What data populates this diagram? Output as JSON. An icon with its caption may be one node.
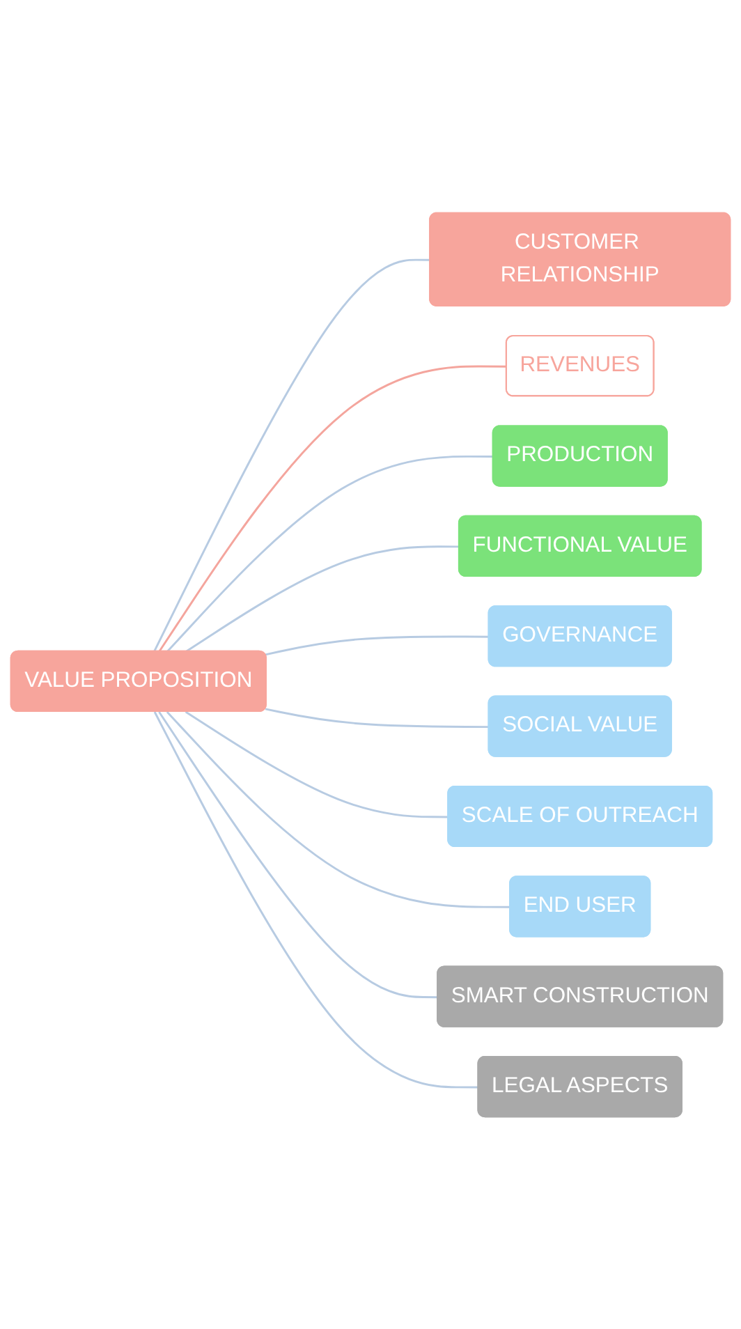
{
  "diagram": {
    "nodes": [
      {
        "text": [
          "VALUE PROPOSITION"
        ]
      },
      {
        "text": [
          "CUSTOMER RELATIONSHIP"
        ]
      },
      {
        "text": [
          "REVENUES"
        ]
      },
      {
        "text": [
          "PRODUCTION"
        ]
      },
      {
        "text": [
          "FUNCTIONAL VALUE"
        ]
      },
      {
        "text": [
          "GOVERNANCE"
        ]
      },
      {
        "text": [
          "SOCIAL VALUE"
        ]
      },
      {
        "text": [
          "SCALE OF OUTREACH"
        ]
      },
      {
        "text": [
          "END USER"
        ]
      },
      {
        "text": [
          "SMART CONSTRUCTION"
        ]
      },
      {
        "text": [
          "LEGAL ASPECTS"
        ]
      }
    ],
    "edges": [
      {
        "from": 0,
        "to": 1,
        "arrow": "none"
      },
      {
        "from": 0,
        "to": 2,
        "arrow": "none",
        "color": "#f4a59d"
      },
      {
        "from": 0,
        "to": 3,
        "arrow": "none"
      },
      {
        "from": 0,
        "to": 4,
        "arrow": "none"
      },
      {
        "from": 0,
        "to": 5,
        "arrow": "none"
      },
      {
        "from": 0,
        "to": 6,
        "arrow": "none"
      },
      {
        "from": 0,
        "to": 7,
        "arrow": "none"
      },
      {
        "from": 0,
        "to": 8,
        "arrow": "none"
      },
      {
        "from": 0,
        "to": 9,
        "arrow": "none"
      },
      {
        "from": 0,
        "to": 10,
        "arrow": "none"
      }
    ]
  }
}
